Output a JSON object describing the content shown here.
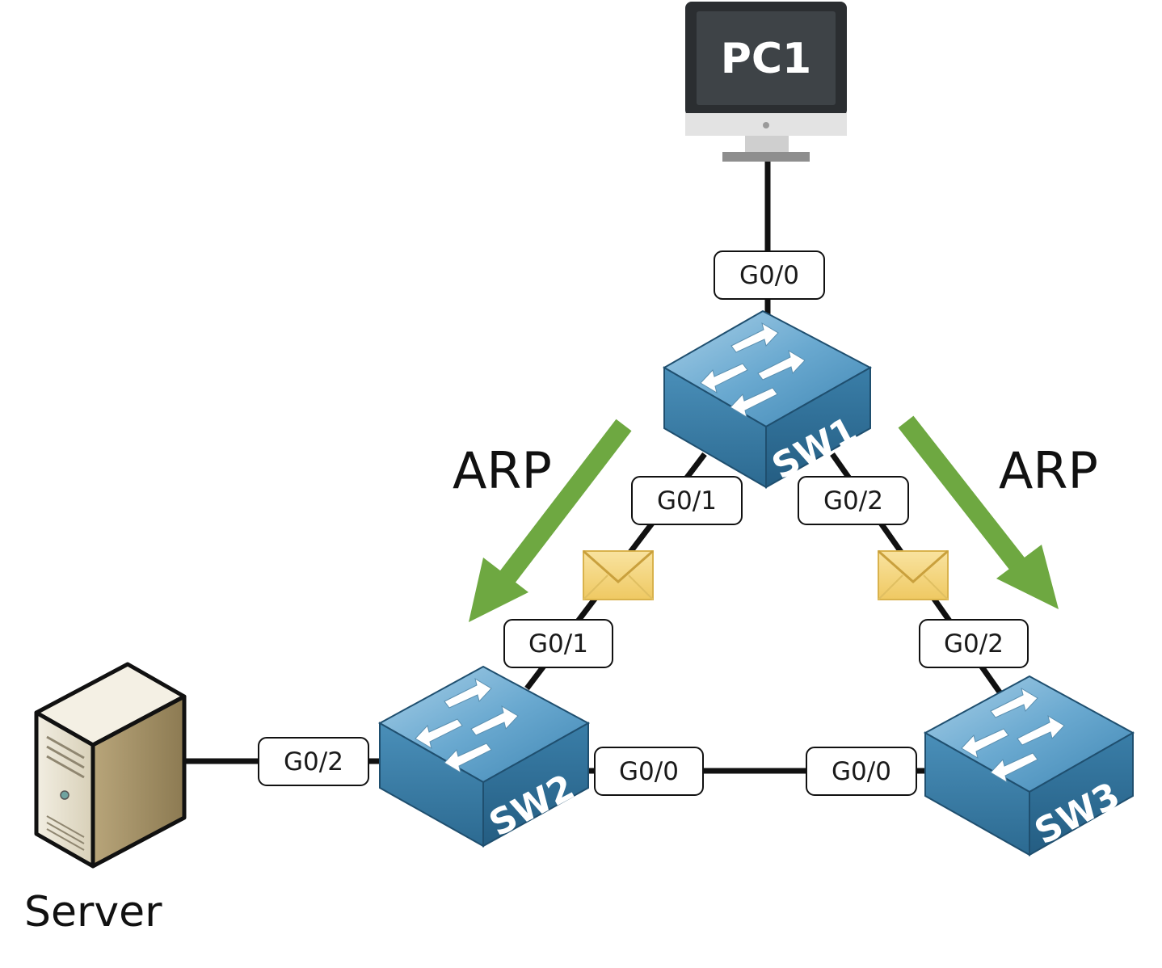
{
  "devices": {
    "pc1": {
      "label": "PC1"
    },
    "sw1": {
      "label": "SW1"
    },
    "sw2": {
      "label": "SW2"
    },
    "sw3": {
      "label": "SW3"
    },
    "server": {
      "label": "Server"
    }
  },
  "ports": {
    "sw1_g00": "G0/0",
    "sw1_g01": "G0/1",
    "sw1_g02": "G0/2",
    "sw2_g01": "G0/1",
    "sw2_g02": "G0/2",
    "sw2_g00": "G0/0",
    "sw3_g02": "G0/2",
    "sw3_g00": "G0/0"
  },
  "arrows": {
    "left_label": "ARP",
    "right_label": "ARP",
    "color": "#6ea841"
  },
  "colors": {
    "switch_top": "#7fb3d4",
    "switch_side": "#3d7fa8",
    "envelope": "#f5d77d",
    "link": "#111111"
  }
}
